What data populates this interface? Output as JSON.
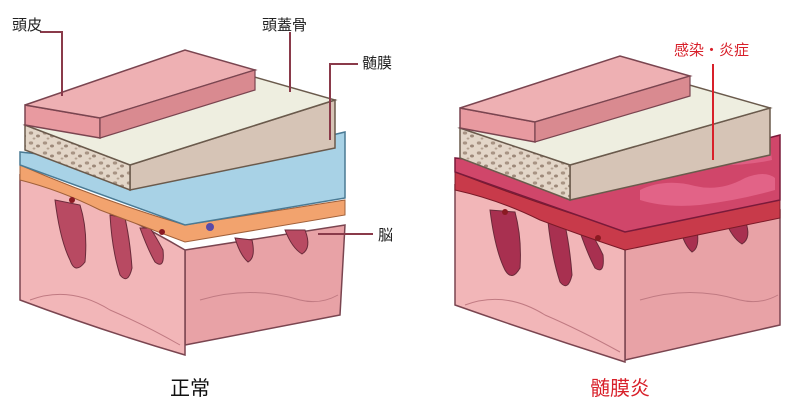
{
  "labels": {
    "scalp": "頭皮",
    "skull": "頭蓋骨",
    "meninges": "髄膜",
    "brain": "脳",
    "infection": "感染・炎症"
  },
  "captions": {
    "normal": "正常",
    "meningitis": "髄膜炎"
  },
  "colors": {
    "scalp": "#eeb0b3",
    "skull": "#eeeee0",
    "bone": "#d6c4b6",
    "meninges_normal": "#a8d2e6",
    "meninges_inflamed": "#d0466a",
    "fat": "#f2a36e",
    "brain": "#f2b6b8",
    "sulci": "#b84a62",
    "accent_red": "#d8202a",
    "leader_line": "#8a3a4a"
  }
}
